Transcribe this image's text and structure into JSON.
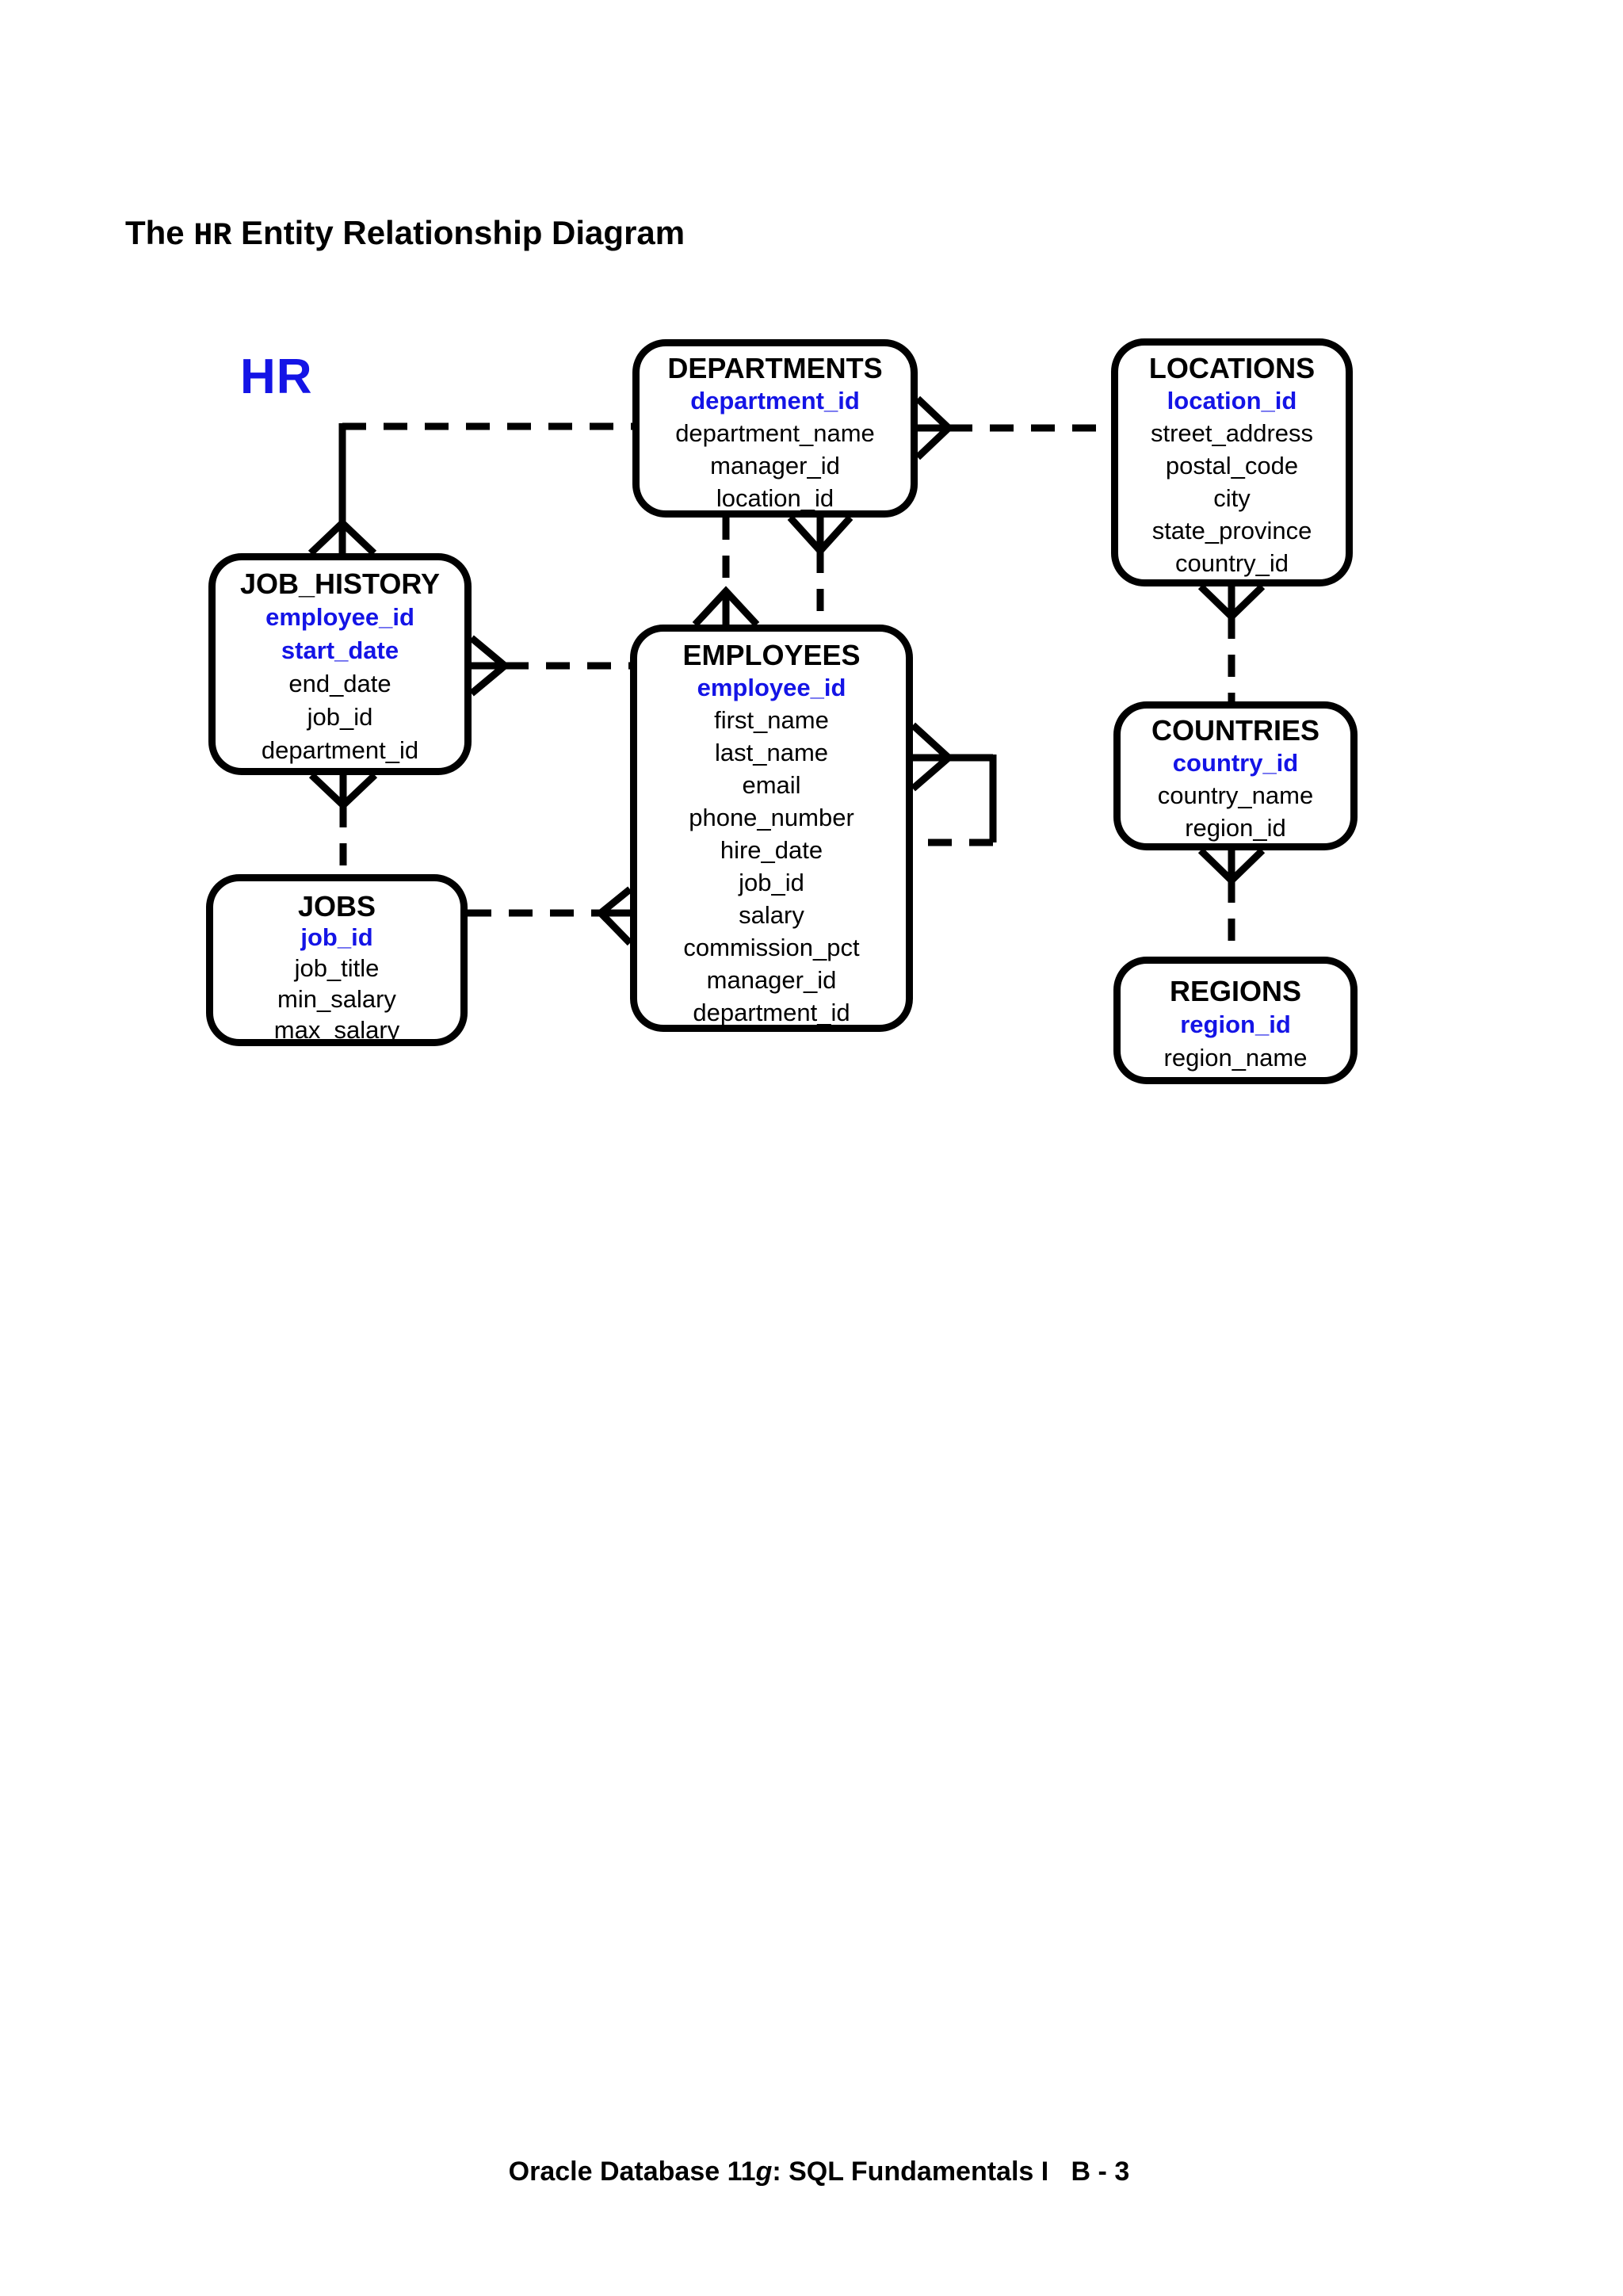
{
  "page": {
    "title_prefix": "The ",
    "title_hr": "HR",
    "title_suffix": " Entity Relationship Diagram",
    "schema_label": "HR",
    "footer_prefix": "Oracle Database 11",
    "footer_g": "g",
    "footer_suffix": ": SQL Fundamentals I   B - 3"
  },
  "colors": {
    "accent_blue": "#1414e6",
    "line_black": "#000000",
    "background": "#ffffff"
  },
  "entities": [
    {
      "id": "departments",
      "name": "DEPARTMENTS",
      "pk": [
        "department_id"
      ],
      "attributes": [
        "department_name",
        "manager_id",
        "location_id"
      ]
    },
    {
      "id": "locations",
      "name": "LOCATIONS",
      "pk": [
        "location_id"
      ],
      "attributes": [
        "street_address",
        "postal_code",
        "city",
        "state_province",
        "country_id"
      ]
    },
    {
      "id": "job_history",
      "name": "JOB_HISTORY",
      "pk": [
        "employee_id",
        "start_date"
      ],
      "attributes": [
        "end_date",
        "job_id",
        "department_id"
      ]
    },
    {
      "id": "employees",
      "name": "EMPLOYEES",
      "pk": [
        "employee_id"
      ],
      "attributes": [
        "first_name",
        "last_name",
        "email",
        "phone_number",
        "hire_date",
        "job_id",
        "salary",
        "commission_pct",
        "manager_id",
        "department_id"
      ]
    },
    {
      "id": "countries",
      "name": "COUNTRIES",
      "pk": [
        "country_id"
      ],
      "attributes": [
        "country_name",
        "region_id"
      ]
    },
    {
      "id": "jobs",
      "name": "JOBS",
      "pk": [
        "job_id"
      ],
      "attributes": [
        "job_title",
        "min_salary",
        "max_salary"
      ]
    },
    {
      "id": "regions",
      "name": "REGIONS",
      "pk": [
        "region_id"
      ],
      "attributes": [
        "region_name"
      ]
    }
  ],
  "relationships": [
    {
      "from": "DEPARTMENTS",
      "to": "JOB_HISTORY",
      "line": "dashed+solid",
      "crow_foot_at": "JOB_HISTORY"
    },
    {
      "from": "DEPARTMENTS",
      "to": "LOCATIONS",
      "line": "dashed",
      "crow_foot_at": "DEPARTMENTS"
    },
    {
      "from": "DEPARTMENTS",
      "to": "EMPLOYEES",
      "line": "dashed",
      "crow_foot_at": "EMPLOYEES"
    },
    {
      "from": "EMPLOYEES",
      "to": "DEPARTMENTS",
      "line": "dashed",
      "crow_foot_at": "DEPARTMENTS"
    },
    {
      "from": "JOB_HISTORY",
      "to": "EMPLOYEES",
      "line": "dashed",
      "crow_foot_at": "JOB_HISTORY"
    },
    {
      "from": "JOB_HISTORY",
      "to": "JOBS",
      "line": "dashed",
      "crow_foot_at": "JOB_HISTORY"
    },
    {
      "from": "JOBS",
      "to": "EMPLOYEES",
      "line": "dashed",
      "crow_foot_at": "EMPLOYEES"
    },
    {
      "from": "EMPLOYEES",
      "to": "EMPLOYEES",
      "line": "dashed+solid self loop",
      "crow_foot_at": "EMPLOYEES"
    },
    {
      "from": "LOCATIONS",
      "to": "COUNTRIES",
      "line": "dashed",
      "crow_foot_at": "LOCATIONS"
    },
    {
      "from": "COUNTRIES",
      "to": "REGIONS",
      "line": "dashed",
      "crow_foot_at": "COUNTRIES"
    }
  ]
}
